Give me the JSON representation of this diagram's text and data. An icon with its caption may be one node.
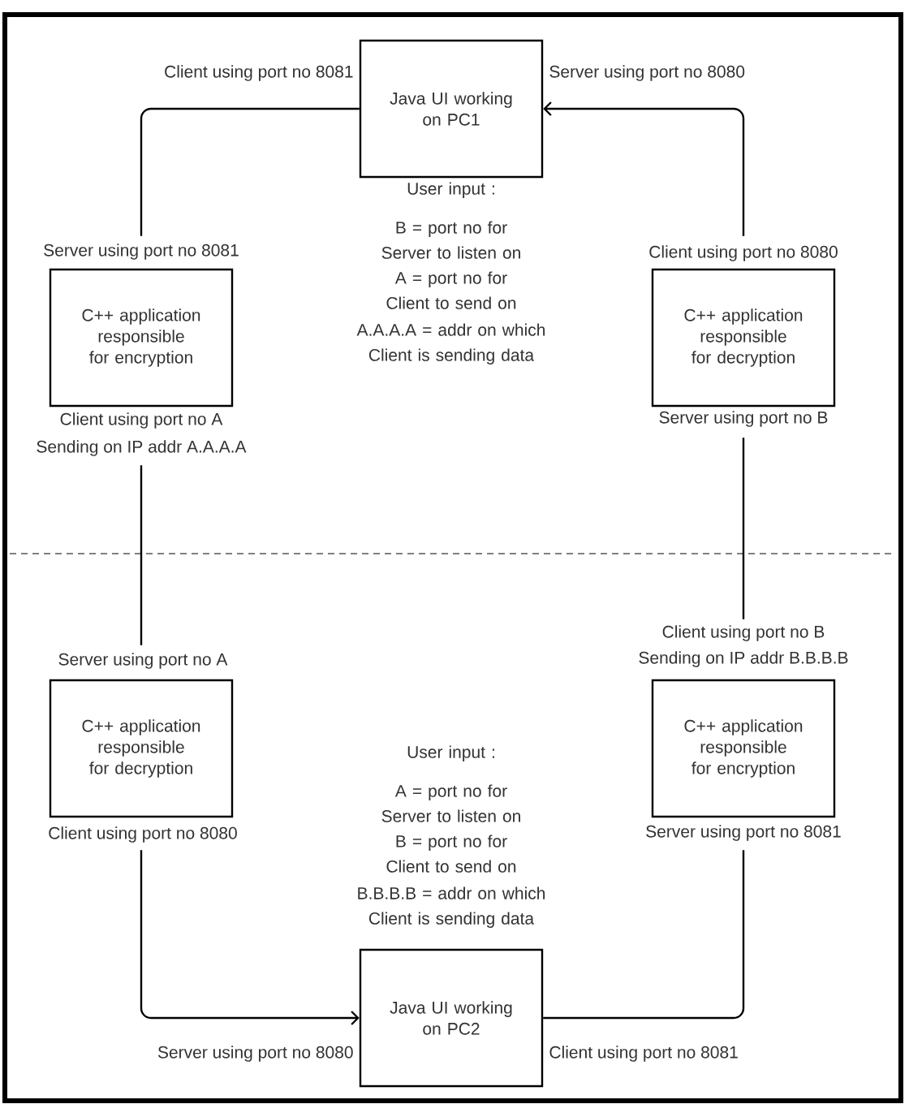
{
  "diagram": {
    "nodes": [
      {
        "text": [
          "Java UI working on PC1"
        ],
        "beside": [
          "Client using port no 8081",
          "Server using port no 8080"
        ]
      },
      {
        "text": [
          "C++ application responsible for encryption"
        ],
        "beside": [
          "Server using port no 8081",
          "Client using port no A",
          "Sending on IP addr A.A.A.A"
        ]
      },
      {
        "text": [
          "C++ application responsible for decryption"
        ],
        "beside": [
          "Client using port no 8080",
          "Server using port no B"
        ]
      },
      {
        "text": [
          "C++ application responsible for decryption"
        ],
        "beside": [
          "Server using port no A",
          "Client using port no 8080"
        ]
      },
      {
        "text": [
          "C++ application responsible for encryption"
        ],
        "beside": [
          "Client using port no B",
          "Sending on IP addr B.B.B.B",
          "Server using port no 8081"
        ]
      },
      {
        "text": [
          "Java UI working on PC2"
        ],
        "beside": [
          "Server using port no 8080",
          "Client using port no 8081"
        ]
      }
    ],
    "edges": [
      {
        "from": 0,
        "to": 1,
        "arrow": "none"
      },
      {
        "from": 2,
        "to": 0,
        "arrow": "to"
      },
      {
        "from": 1,
        "to": 3,
        "arrow": "none"
      },
      {
        "from": 2,
        "to": 4,
        "arrow": "none"
      },
      {
        "from": 3,
        "to": 5,
        "arrow": "to"
      },
      {
        "from": 5,
        "to": 4,
        "arrow": "none"
      }
    ],
    "labels": [
      "User input :",
      "B = port no for Server to listen on",
      "A = port no for Client to send on",
      "A.A.A.A = addr on which Client is sending data",
      "User input :",
      "A = port no for Server to listen on",
      "B = port no for Client to send on",
      "B.B.B.B = addr on which Client is sending data"
    ]
  }
}
